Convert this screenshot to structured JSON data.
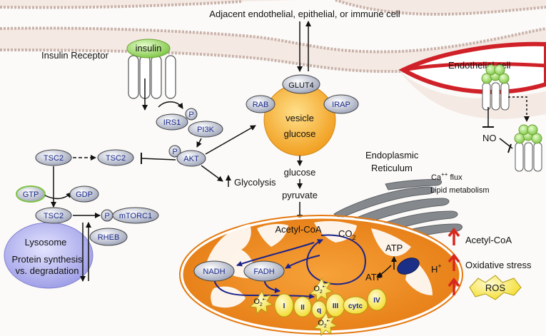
{
  "labels": {
    "adjacent_cell": "Adjacent endothelial, epithelial, or immune cell",
    "insulin_receptor": "Insulin Receptor",
    "insulin": "insulin",
    "glut4": "GLUT4",
    "rab": "RAB",
    "irap": "IRAP",
    "vesicle": "vesicle",
    "glucose_vesicle": "glucose",
    "glucose": "glucose",
    "pyruvate": "pyruvate",
    "glycolysis": "Glycolysis",
    "endothelial_cell": "Endothelial cell",
    "no": "NO",
    "er_line1": "Endoplasmic",
    "er_line2": "Reticulum",
    "ca_flux": "Ca",
    "ca_sup": "++",
    "ca_flux_rest": " flux",
    "lipid_metabolism": "Lipid metabolism",
    "irs1": "IRS1",
    "pi3k": "PI3K",
    "p": "P",
    "akt": "AKT",
    "tsc2": "TSC2",
    "gtp": "GTP",
    "gdp": "GDP",
    "mtorc1": "mTORC1",
    "rheb": "RHEB",
    "lysosome": "Lysosome",
    "protein_line1": "Protein synthesis",
    "protein_line2": "vs. degradation",
    "acetyl_coa": "Acetyl-CoA",
    "co2": "CO",
    "co2_sub": "2",
    "nadh": "NADH",
    "fadh": "FADH",
    "atp": "ATP",
    "h_plus": "H",
    "h_sup": "+",
    "o2": "O",
    "o2_sub": "2",
    "o2_sup": "•-",
    "complex_1": "I",
    "complex_2": "II",
    "complex_q": "q",
    "complex_3": "III",
    "complex_cytc": "cytc",
    "complex_4": "IV"
  },
  "legend": {
    "up_arrow_color": "#d8281e",
    "items": [
      "Acetyl-CoA",
      "Oxidative stress",
      "ROS"
    ]
  },
  "colors": {
    "mitochondrion": "#ec8a1f",
    "vesicle": "#f0a41c",
    "lysosome": "#a8a8ee",
    "er": "#7f8286",
    "red_vessel": "#cf2127",
    "green_ligand": "#8fd14f",
    "text_blue": "#1a2a8c"
  }
}
